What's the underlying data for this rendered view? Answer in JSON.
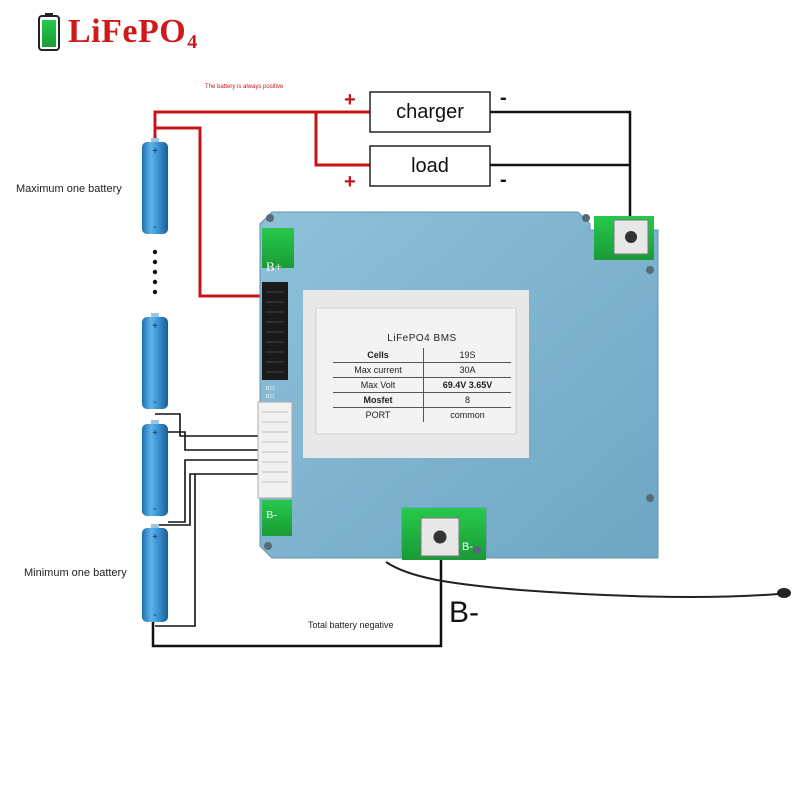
{
  "logo": {
    "icon": "battery-icon",
    "text_main": "LiFePO",
    "text_sub": "4",
    "color": "#d0191b"
  },
  "note_top": "The battery is always positive",
  "charger_box": {
    "label": "charger",
    "plus": "+",
    "minus": "-"
  },
  "load_box": {
    "label": "load",
    "plus": "+",
    "minus": "-"
  },
  "labels": {
    "max_battery": "Maximum one battery",
    "min_battery": "Minimum one battery",
    "total_negative": "Total battery negative",
    "b_minus_big": "B-"
  },
  "board": {
    "color": "#7eb3cf",
    "b_plus": "B+",
    "b_minus": "B-",
    "b_minus_pad": "B-",
    "jst_labels": [
      "B12",
      "B11"
    ]
  },
  "spec_table": {
    "title": "LiFePO4 BMS",
    "rows": [
      {
        "key": "Cells",
        "value": "19S"
      },
      {
        "key": "Max current",
        "value": "30A"
      },
      {
        "key": "Max Volt",
        "value": "69.4V    3.65V"
      },
      {
        "key": "Mosfet",
        "value": "8"
      },
      {
        "key": "PORT",
        "value": "common"
      }
    ]
  },
  "battery_cell": {
    "plus": "+",
    "minus": "-",
    "color": "#3d95d6"
  },
  "wire_colors": {
    "positive": "#c4141a",
    "negative": "#111111",
    "signal": "#111111"
  }
}
